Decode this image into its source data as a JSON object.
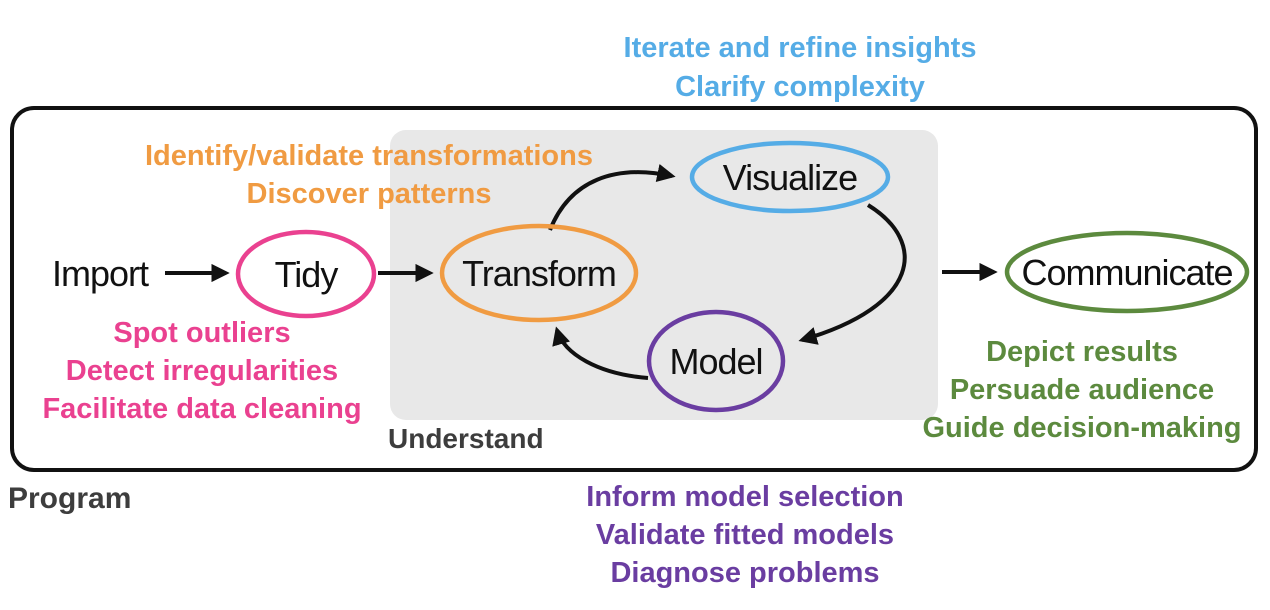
{
  "diagram": {
    "colors": {
      "gray_box": "#e8e8e8",
      "arrow": "#111111",
      "section_label": "#3d3d3d",
      "border": "#111111"
    },
    "nodes": {
      "import": {
        "label": "Import"
      },
      "tidy": {
        "label": "Tidy",
        "color": "#ea4190"
      },
      "transform": {
        "label": "Transform",
        "color": "#f09b42"
      },
      "visualize": {
        "label": "Visualize",
        "color": "#55ace6"
      },
      "model": {
        "label": "Model",
        "color": "#6a3da1"
      },
      "communicate": {
        "label": "Communicate",
        "color": "#5c8a3e"
      }
    },
    "sections": {
      "understand": {
        "label": "Understand"
      },
      "program": {
        "label": "Program"
      }
    },
    "annotations": {
      "visualize": {
        "color": "#55ace6",
        "lines": [
          "Iterate and refine insights",
          "Clarify complexity"
        ]
      },
      "transform": {
        "color": "#f09b42",
        "lines": [
          "Identify/validate transformations",
          "Discover patterns"
        ]
      },
      "tidy": {
        "color": "#ea4190",
        "lines": [
          "Spot outliers",
          "Detect irregularities",
          "Facilitate data cleaning"
        ]
      },
      "communicate": {
        "color": "#5c8a3e",
        "lines": [
          "Depict results",
          "Persuade audience",
          "Guide decision-making"
        ]
      },
      "model": {
        "color": "#6a3da1",
        "lines": [
          "Inform model selection",
          "Validate fitted models",
          "Diagnose problems"
        ]
      }
    }
  }
}
